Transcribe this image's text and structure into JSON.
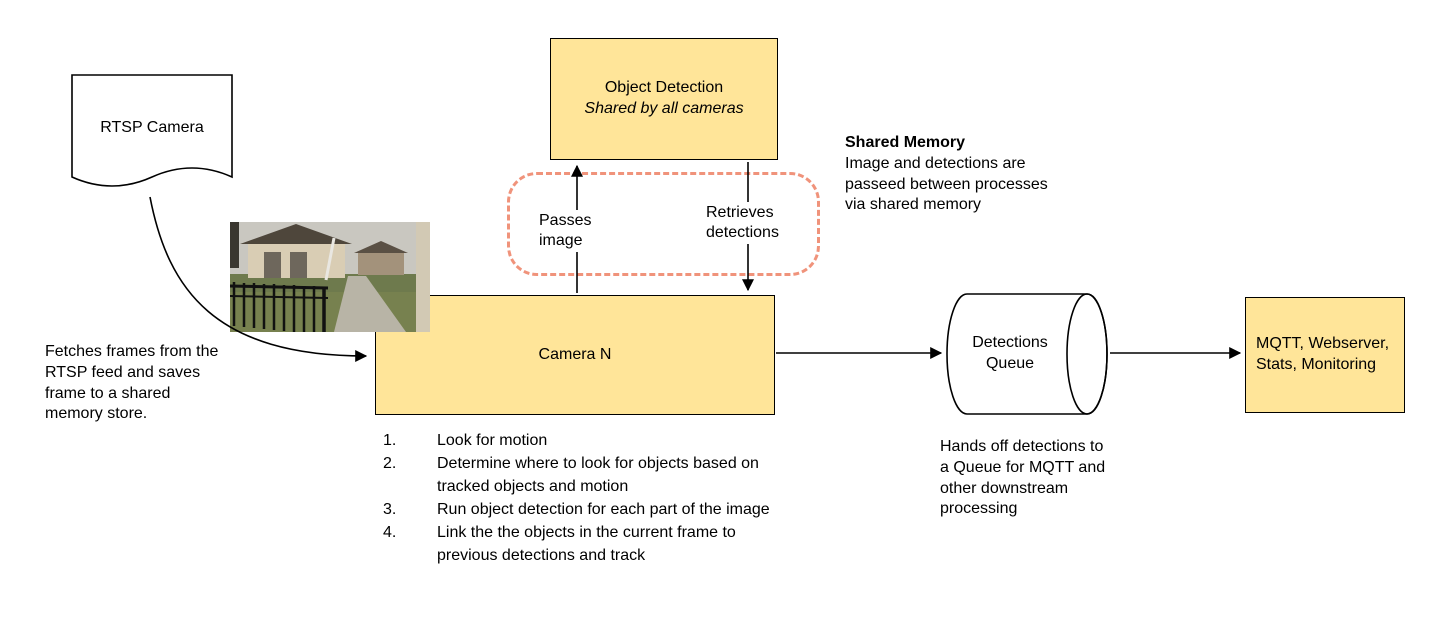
{
  "colors": {
    "node_fill": "#FFE599",
    "node_border": "#000000",
    "shared_memory_dash": "#F0937B",
    "arrow": "#000000",
    "background": "#FFFFFF"
  },
  "nodes": {
    "rtsp_camera": {
      "label": "RTSP Camera",
      "shape": "document"
    },
    "object_detection": {
      "title": "Object Detection",
      "subtitle": "Shared by all cameras"
    },
    "camera_n": {
      "label": "Camera N"
    },
    "detections_queue": {
      "label": "Detections Queue",
      "shape": "queue-cylinder"
    },
    "outputs": {
      "label": "MQTT, Webserver, Stats, Monitoring"
    }
  },
  "edge_labels": {
    "passes_image": "Passes image",
    "retrieves_detections": "Retrieves detections"
  },
  "annotations": {
    "shared_memory": {
      "title": "Shared Memory",
      "body": "Image and detections are passeed between processes via shared memory"
    },
    "fetch_note": "Fetches frames from the RTSP feed and saves frame to a shared memory store.",
    "handoff_note": "Hands off detections to a Queue for MQTT and other downstream processing"
  },
  "camera_steps": [
    {
      "n": "1.",
      "text": "Look for motion"
    },
    {
      "n": "2.",
      "text": "Determine where to look for objects based on tracked objects and motion"
    },
    {
      "n": "3.",
      "text": "Run object detection for each part of the image"
    },
    {
      "n": "4.",
      "text": "Link the the objects in the current frame to previous detections and track"
    }
  ],
  "images": {
    "camera_frame": "backyard-security-camera-frame"
  }
}
